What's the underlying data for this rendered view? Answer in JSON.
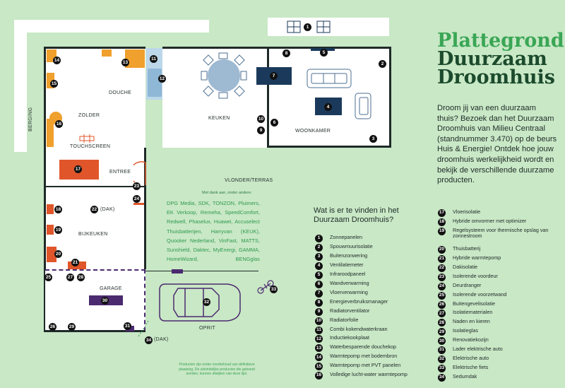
{
  "title": {
    "line1": "Plattegrond",
    "line2": "Duurzaam",
    "line3": "Droomhuis"
  },
  "intro": "Droom jij van een duurzaam thuis? Bezoek dan het Duurzaam Droomhuis van Milieu Centraal (standnummer 3.470) op de beurs Huis & Energie! Ontdek hoe jouw droomhuis werkelijkheid wordt en bekijk de verschillende duurzame producten.",
  "rooms": {
    "douche": "DOUCHE",
    "zolder": "ZOLDER",
    "touchscreen": "TOUCHSCREEN",
    "berging": "BERGING",
    "keuken": "KEUKEN",
    "woonkamer": "WOONKAMER",
    "entree": "ENTREE",
    "vlonder": "VLONDER/TERRAS",
    "bijkeuken": "BIJKEUKEN",
    "garage": "GARAGE",
    "oprit": "OPRIT",
    "dak22": "(DAK)",
    "dak34": "(DAK)"
  },
  "sponsors_heading": "Met dank aan, onder andere:",
  "sponsors": "DPG Media, SDK, TONZON, Pluimers, EK Verkoop, Remeha, SpeedComfort, Redwell, Phaselux, Huawei, Accuselect Thuisbatterijen, Harryvan (KEUK), Quooker Nederland, VinFast, MATTS, Sunshield, Daktec, MyEnergi, GAMMA, HomeWizard, BENGglas",
  "disclaimer": "Producten zijn onder voorbehoud van definitieve plaatsing. De uiteindelijke producten die getoond worden, kunnen afwijken van deze lijst.",
  "legend_title": "Wat is er te vinden in het Duurzaam Droomhuis?",
  "legend": [
    {
      "n": "1",
      "label": "Zonnepanelen"
    },
    {
      "n": "2",
      "label": "Spouwmuurisolatie"
    },
    {
      "n": "3",
      "label": "Buitenzonwering"
    },
    {
      "n": "4",
      "label": "Ventilatiemeter"
    },
    {
      "n": "5",
      "label": "Infraroodpaneel"
    },
    {
      "n": "6",
      "label": "Wandverwarming"
    },
    {
      "n": "7",
      "label": "Vloerverwarming"
    },
    {
      "n": "8",
      "label": "Energieverbruiksmanager"
    },
    {
      "n": "9",
      "label": "Radiatorventilator"
    },
    {
      "n": "10",
      "label": "Radiatorfolie"
    },
    {
      "n": "11",
      "label": "Combi kokendwaterkraan"
    },
    {
      "n": "12",
      "label": "Inductiekookplaat"
    },
    {
      "n": "13",
      "label": "Waterbesparende douchekop"
    },
    {
      "n": "14",
      "label": "Warmtepomp met bodembron"
    },
    {
      "n": "15",
      "label": "Warmtepomp met PVT panelen"
    },
    {
      "n": "16",
      "label": "Volledige lucht-water warmtepomp"
    },
    {
      "n": "17",
      "label": "Vloerisolatie"
    },
    {
      "n": "18",
      "label": "Hybride omvormer met optimizer"
    },
    {
      "n": "19",
      "label": "Regelsysteem voor thermische opslag van zonnestroom"
    },
    {
      "n": "20",
      "label": "Thuisbatterij"
    },
    {
      "n": "21",
      "label": "Hybride warmtepomp"
    },
    {
      "n": "22",
      "label": "Dakisolatie"
    },
    {
      "n": "23",
      "label": "Isolerende voordeur"
    },
    {
      "n": "24",
      "label": "Deurdranger"
    },
    {
      "n": "25",
      "label": "Isolerende voorzetwand"
    },
    {
      "n": "26",
      "label": "Buitengevelisolatie"
    },
    {
      "n": "27",
      "label": "Isolatiematerialen"
    },
    {
      "n": "28",
      "label": "Naden en kieren"
    },
    {
      "n": "29",
      "label": "Isolatieglas"
    },
    {
      "n": "30",
      "label": "Renovatiekozijn"
    },
    {
      "n": "31",
      "label": "Lader elektrische auto"
    },
    {
      "n": "32",
      "label": "Elektrische auto"
    },
    {
      "n": "33",
      "label": "Elektrische fiets"
    },
    {
      "n": "34",
      "label": "Sedumdak"
    }
  ],
  "colors": {
    "background": "#c9e8c6",
    "title_green": "#3aa655",
    "title_dark": "#1b4a2c",
    "orange": "#f0a02c",
    "red": "#e0562a",
    "navy": "#1b3a5b",
    "purple": "#4b2a6f"
  }
}
